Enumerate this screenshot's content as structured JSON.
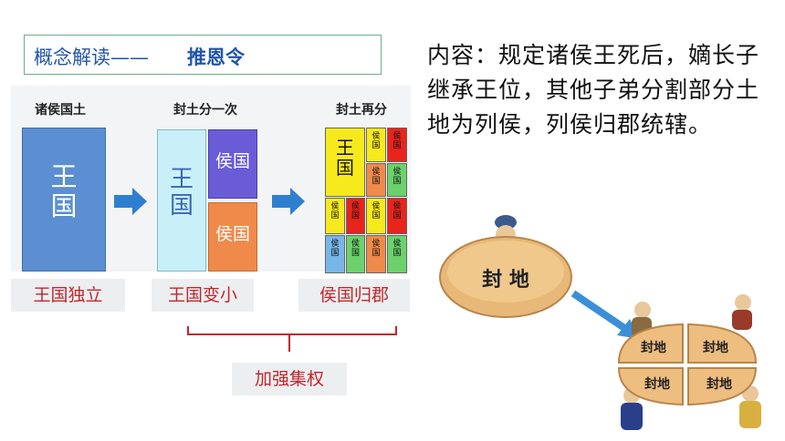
{
  "title": {
    "prefix": "概念解读——",
    "keyword": "推恩令"
  },
  "stages": [
    {
      "title": "诸侯国土",
      "caption": "王国独立"
    },
    {
      "title": "封土分一次",
      "caption": "王国变小"
    },
    {
      "title": "封土再分",
      "caption": "侯国归郡"
    }
  ],
  "blocks": {
    "kingdom": "王国",
    "marquis": "侯国"
  },
  "summary": "加强集权",
  "content": "内容：规定诸侯王死后，嫡长子继承王位，其他子弟分割部分土地为列侯，列侯归郡统辖。",
  "illustration": {
    "whole_label": "封 地",
    "piece_label": "封地"
  },
  "colors": {
    "blue": "#5b8fd1",
    "cyan": "#c9f0f8",
    "purple": "#6a5cd6",
    "orange": "#f08a4a",
    "red": "#c0272d",
    "arrow": "#2f7fd0",
    "yellow": "#f7ea1c",
    "green": "#6cd16c",
    "brightred": "#e8241c",
    "lightblue": "#78b6e8"
  }
}
